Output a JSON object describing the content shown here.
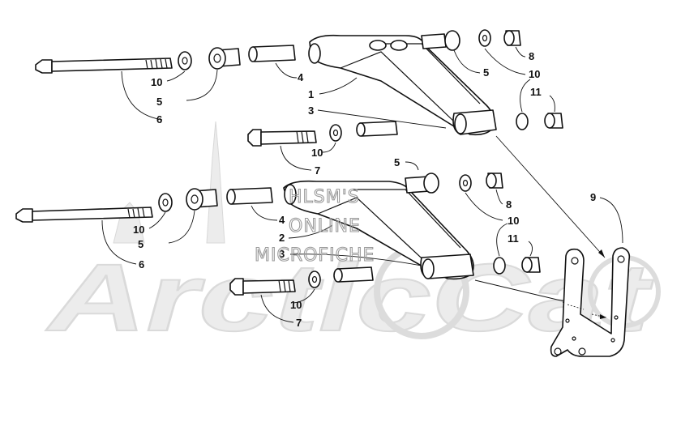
{
  "watermark": {
    "line1": "HLSM'S",
    "line2": "ONLINE",
    "line3": "MICROFICHE",
    "logo": "ArcticCat"
  },
  "callouts": {
    "upper": {
      "p10a": "10",
      "p5a": "5",
      "p6": "6",
      "p4": "4",
      "p1": "1",
      "p3": "3",
      "p10b": "10",
      "p7": "7",
      "p5b": "5",
      "p8": "8",
      "p10c": "10",
      "p11": "11"
    },
    "lower": {
      "p5b": "5",
      "p8": "8",
      "p10c": "10",
      "p11": "11",
      "p9": "9",
      "p10a": "10",
      "p5a": "5",
      "p6": "6",
      "p4": "4",
      "p2": "2",
      "p3": "3",
      "p10b": "10",
      "p7": "7"
    }
  }
}
